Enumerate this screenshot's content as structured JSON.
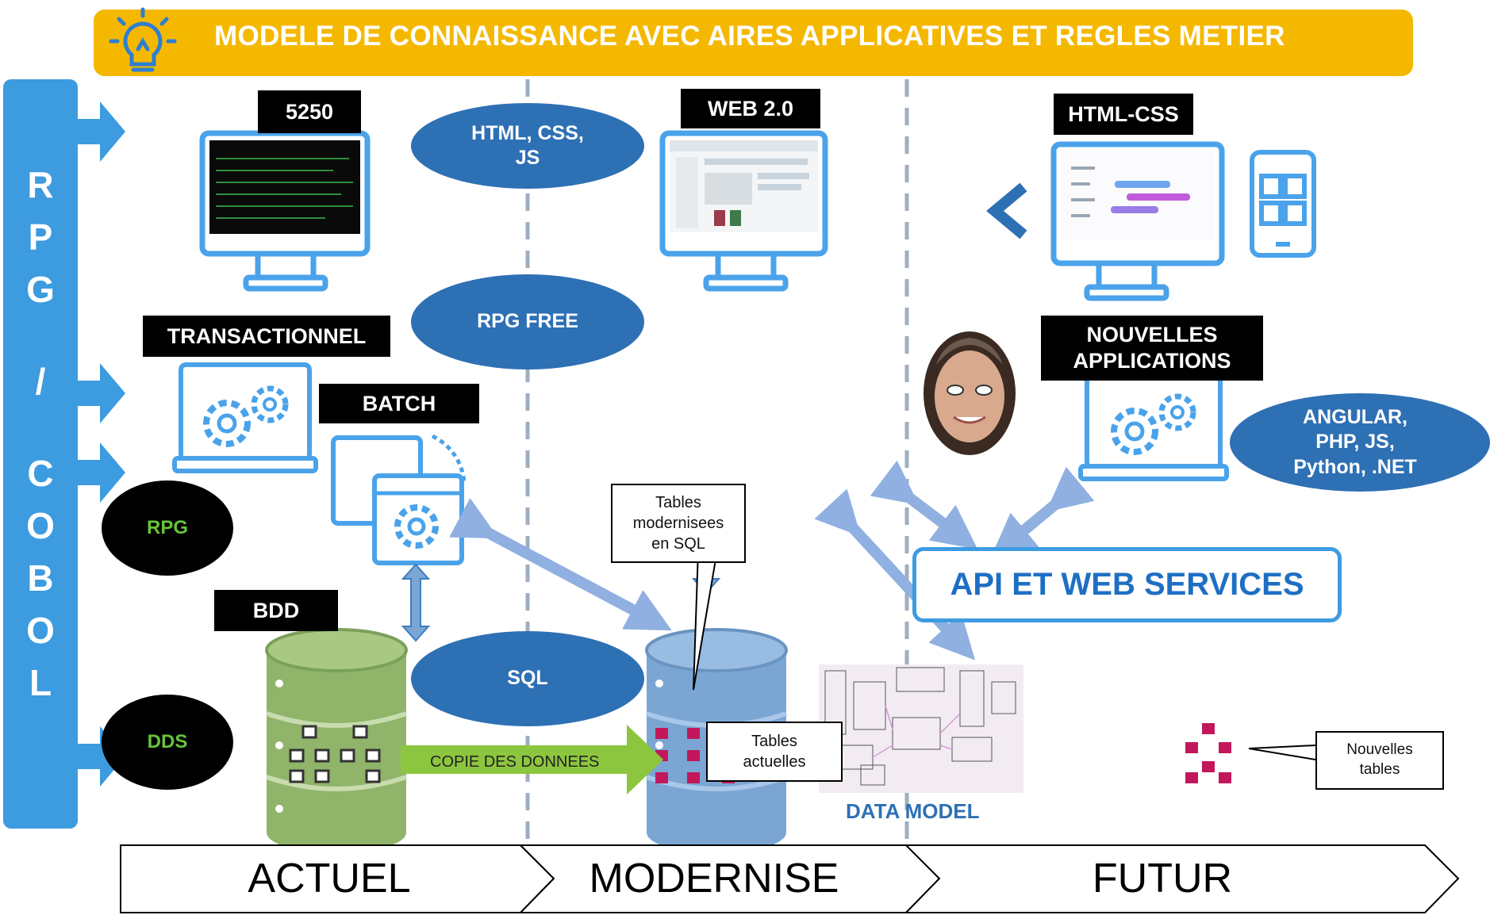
{
  "banner": {
    "title": "MODELE DE CONNAISSANCE  AVEC AIRES APPLICATIVES ET REGLES METIER",
    "color": "#f5b800"
  },
  "sidebar": {
    "letters": [
      "R",
      "P",
      "G",
      "/",
      "C",
      "O",
      "B",
      "O",
      "L"
    ],
    "color": "#3d9be0"
  },
  "tags": {
    "t5250": "5250",
    "web20": "WEB 2.0",
    "htmlcss": "HTML-CSS",
    "transactionnel": "TRANSACTIONNEL",
    "batch": "BATCH",
    "bdd": "BDD",
    "nouvelles1": "NOUVELLES",
    "nouvelles2": "APPLICATIONS"
  },
  "ellipses": {
    "html_css_js_1": "HTML, CSS,",
    "html_css_js_2": "JS",
    "rpg_free": "RPG FREE",
    "sql": "SQL",
    "angular_1": "ANGULAR,",
    "angular_2": "PHP, JS,",
    "angular_3": "Python, .NET"
  },
  "bubbles": {
    "rpg": "RPG",
    "dds": "DDS"
  },
  "callouts": {
    "tables_modernisees_1": "Tables",
    "tables_modernisees_2": "modernisees",
    "tables_modernisees_3": "en SQL",
    "tables_actuelles_1": "Tables",
    "tables_actuelles_2": "actuelles",
    "nouvelles_tables_1": "Nouvelles",
    "nouvelles_tables_2": "tables"
  },
  "copy_label": "COPIE DES DONNEES",
  "api_label": "API ET WEB SERVICES",
  "data_model_label": "DATA MODEL",
  "phases": [
    "ACTUEL",
    "MODERNISE",
    "FUTUR"
  ],
  "colors": {
    "ellipse": "#2e70b4",
    "accent": "#3d9be0",
    "green_db": "#8fb46a",
    "blue_db": "#7ba6d3",
    "arrow_green": "#8cc63f",
    "magenta": "#c2185b"
  }
}
